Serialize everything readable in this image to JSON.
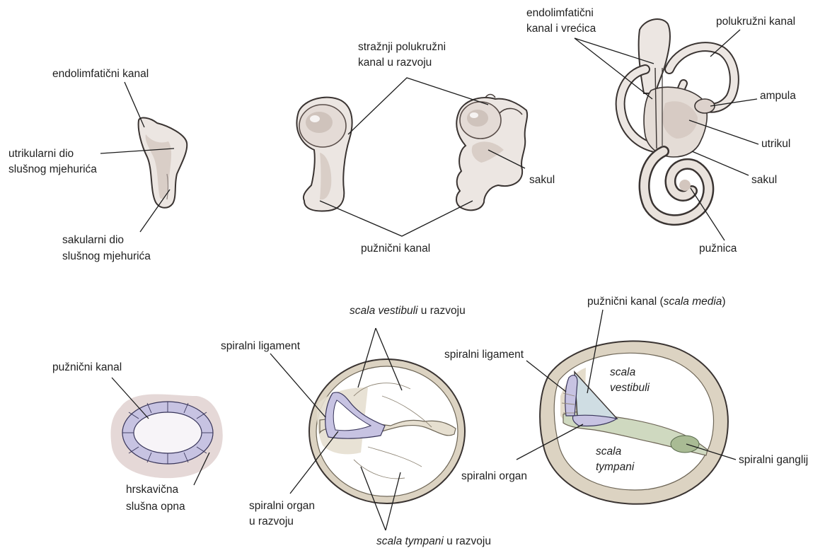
{
  "labels": {
    "s1_endolymph": "endolimfatični kanal",
    "s1_utric_1": "utrikularni dio",
    "s1_utric_2": "slušnog mjehurića",
    "s1_saccul_1": "sakularni dio",
    "s1_saccul_2": "slušnog mjehurića",
    "s2_posterior_1": "stražnji polukružni",
    "s2_posterior_2": "kanal u razvoju",
    "s2_saccule": "sakul",
    "s2_cochlear_duct": "pužnični kanal",
    "s3_endolymph_1": "endolimfatični",
    "s3_endolymph_2": "kanal i vrećica",
    "s3_semicircular": "polukružni kanal",
    "s3_ampulla": "ampula",
    "s3_utricle": "utrikul",
    "s3_saccule": "sakul",
    "s3_cochlea": "pužnica",
    "b1_cochlear_duct": "pužnični kanal",
    "b1_cartilage_1": "hrskavična",
    "b1_cartilage_2": "slušna opna",
    "b2_scala_vest_italic": "scala vestibuli",
    "b2_scala_vest_rest": " u razvoju",
    "b2_spiral_lig": "spiralni ligament",
    "b2_spiral_organ_1": "spiralni organ",
    "b2_spiral_organ_2": "u razvoju",
    "b2_scala_tymp_italic": "scala tympani",
    "b2_scala_tymp_rest": " u razvoju",
    "b3_duct_a": "pužnični kanal (",
    "b3_duct_italic": "scala media",
    "b3_duct_c": ")",
    "b3_spiral_lig": "spiralni ligament",
    "b3_scala_vest_1": "scala",
    "b3_scala_vest_2": "vestibuli",
    "b3_scala_tymp_1": "scala",
    "b3_scala_tymp_2": "tympani",
    "b3_spiral_organ": "spiralni organ",
    "b3_spiral_ganglion": "spiralni ganglij"
  }
}
